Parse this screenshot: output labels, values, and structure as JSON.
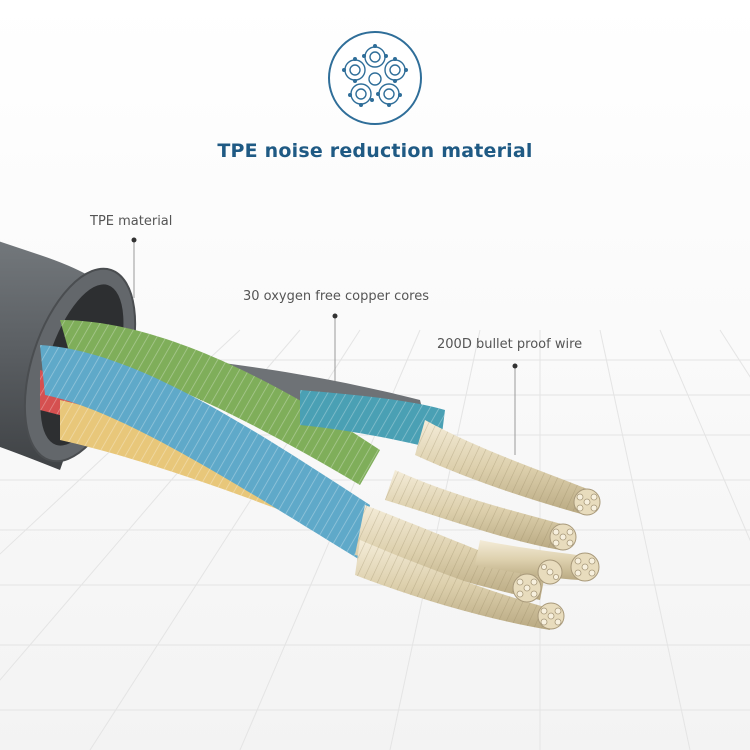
{
  "title": "TPE noise reduction material",
  "callouts": {
    "tpe_material": "TPE material",
    "copper_cores": "30 oxygen free copper cores",
    "bullet_proof_wire": "200D bullet proof wire"
  },
  "colors": {
    "title": "#1f5a84",
    "icon_ring": "#2f6e99",
    "jacket": "#55595d",
    "copper_tint": "#e2d5b6",
    "green_strand": "#7fae5a",
    "blue_strand": "#5fa9c9",
    "red_strand": "#d55050",
    "yellow_strand": "#e8c77a",
    "grid": "#e3e3e3"
  },
  "icons": [
    "cable-cross-section-icon"
  ]
}
